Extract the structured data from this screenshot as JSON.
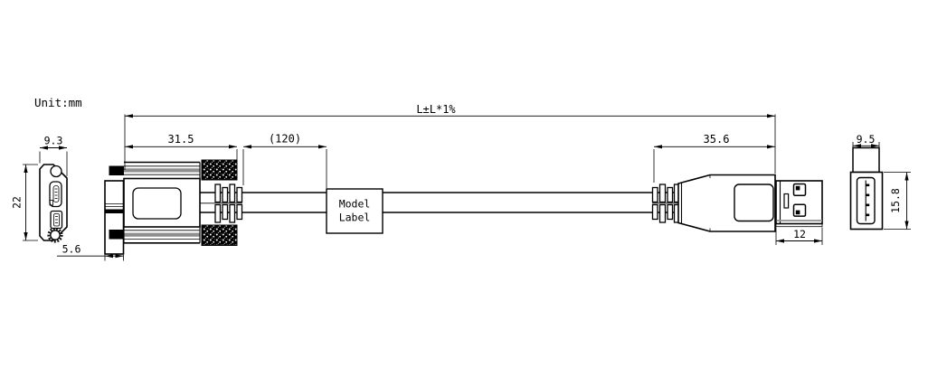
{
  "meta": {
    "unit_note": "Unit:mm"
  },
  "dims": {
    "overall": "L±L*1%",
    "micro_len": "31.5",
    "label_pos": "(120)",
    "usba_len": "35.6",
    "usba_shell": "12",
    "micro_w": "9.3",
    "micro_h": "22",
    "flange_t": "5.6",
    "usba_end_w": "9.5",
    "usba_end_h": "15.8"
  },
  "label": {
    "line1": "Model",
    "line2": "Label"
  },
  "colors": {
    "line": "#000000",
    "background": "#ffffff",
    "gray": "#8f8f8f"
  }
}
